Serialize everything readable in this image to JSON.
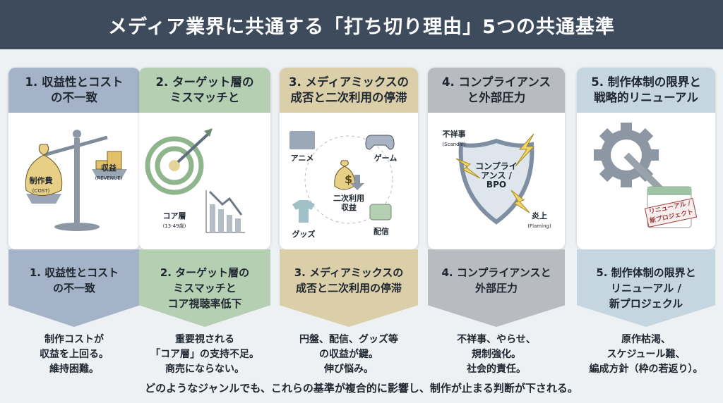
{
  "title": "メディア業界に共通する「打ち切り理由」5つの共通基準",
  "colors": {
    "c1": "#a4b3c7",
    "c2": "#b5cfb3",
    "c3": "#dbcfa9",
    "c4": "#b8bbbf",
    "c5": "#c6d6e0",
    "title_bg": "#3e4b5d"
  },
  "columns": [
    {
      "header": "1. 収益性とコスト\nの不一致",
      "chevron": "1. 収益性とコスト\nの不一致",
      "desc": "制作コストが\n収益を上回る。\n維持困難。",
      "labels": {
        "cost": "制作費",
        "cost_en": "(COST)",
        "revenue": "収益",
        "revenue_en": "(REVENUE)"
      },
      "icon": "balance-scale-icon"
    },
    {
      "header": "2. ターゲット層の\nミスマッチと",
      "chevron": "2. ターゲット層の\nミスマッチと\nコア視聴率低下",
      "desc": "重要視される\n「コア層」の支持不足。\n商売にならない。",
      "labels": {
        "core": "コア層",
        "core_age": "(13-49歳)"
      },
      "icon": "target-icon"
    },
    {
      "header": "3. メディアミックスの\n成否と二次利用の停滞",
      "chevron": "3. メディアミックスの\n成否と二次利用の停滞",
      "desc": "円盤、配信、グッズ等\nの収益が鍵。\n伸び悩み。",
      "labels": {
        "anime": "アニメ",
        "game": "ゲーム",
        "goods": "グッズ",
        "streaming": "配信",
        "secondary": "二次利用\n収益"
      },
      "icon": "media-mix-icon"
    },
    {
      "header": "4. コンプライアンス\nと外部圧力",
      "chevron": "4. コンプライアンスと\n外部圧力",
      "desc": "不祥事、やらせ、\n規制強化。\n社会的責任。",
      "labels": {
        "scandal": "不祥事",
        "scandal_en": "(Scandal)",
        "shield": "コンプライ\nアンス /\nBPO",
        "flaming": "炎上",
        "flaming_en": "(Flaming)"
      },
      "icon": "shield-icon"
    },
    {
      "header": "5. 制作体制の限界と\n戦略的リニューアル",
      "chevron": "5. 制作体制の限界と\nリニューアル /\n新プロジェクル",
      "desc": "原作枯渇、\nスケジュール難、\n編成方針（枠の若返り）。",
      "labels": {
        "stamp": "リニューアル /\n新プロジェクト"
      },
      "icon": "gear-wrench-icon"
    }
  ],
  "footer": "どのようなジャンルでも、これらの基準が複合的に影響し、制作が止まる判断が下される。"
}
